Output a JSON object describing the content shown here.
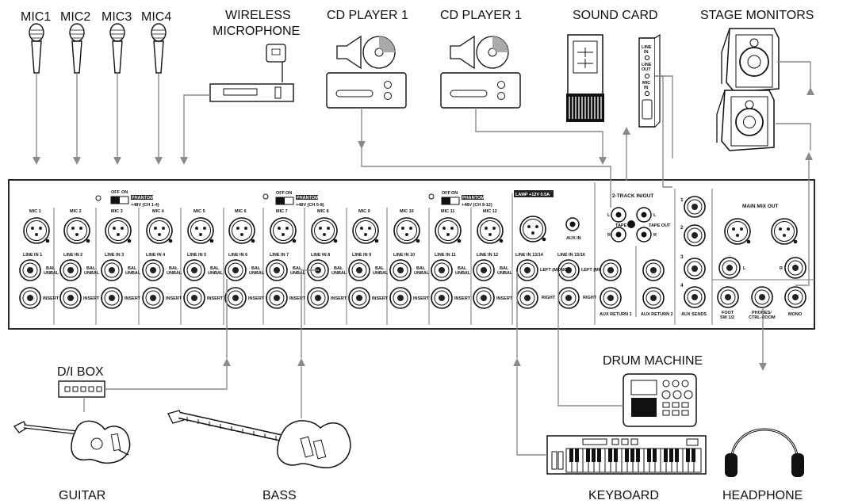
{
  "devices": {
    "mic1": "MIC1",
    "mic2": "MIC2",
    "mic3": "MIC3",
    "mic4": "MIC4",
    "wireless_line1": "WIRELESS",
    "wireless_line2": "MICROPHONE",
    "cd_player_a": "CD PLAYER 1",
    "cd_player_b": "CD PLAYER 1",
    "sound_card": "SOUND CARD",
    "stage_monitors": "STAGE MONITORS",
    "di_box": "D/I BOX",
    "guitar": "GUITAR",
    "bass": "BASS",
    "drum_machine": "DRUM MACHINE",
    "keyboard": "KEYBOARD",
    "headphone": "HEADPHONE"
  },
  "sound_card_ports": {
    "line_in_1": "LINE",
    "line_in_2": "IN",
    "line_out_1": "LINE",
    "line_out_2": "OUT",
    "mic_in_1": "MIC",
    "mic_in_2": "IN"
  },
  "mixer": {
    "channels": [
      {
        "mic": "MIC 1",
        "line": "LINE IN 1"
      },
      {
        "mic": "MIC 2",
        "line": "LINE IN 2"
      },
      {
        "mic": "MIC 3",
        "line": "LINE IN 3"
      },
      {
        "mic": "MIC 4",
        "line": "LINE IN 4"
      },
      {
        "mic": "MIC 5",
        "line": "LINE IN 5"
      },
      {
        "mic": "MIC 6",
        "line": "LINE IN 6"
      },
      {
        "mic": "MIC 7",
        "line": "LINE IN 7"
      },
      {
        "mic": "MIC 8",
        "line": "LINE IN 8"
      },
      {
        "mic": "MIC 9",
        "line": "LINE IN 9"
      },
      {
        "mic": "MIC 10",
        "line": "LINE IN 10"
      },
      {
        "mic": "MIC 11",
        "line": "LINE IN 11"
      },
      {
        "mic": "MIC 12",
        "line": "LINE IN 12"
      }
    ],
    "insert": "INSERT",
    "bal_1": "BAL",
    "bal_2": "UNBAL",
    "phantom_off": "OFF",
    "phantom_on": "ON",
    "phantom_label": "PHANTOM",
    "phantom_groups": [
      "+48V (CH 1-4)",
      "+48V (CH 5-8)",
      "+48V (CH 9-12)"
    ],
    "lamp": "LAMP +12V 0.5A",
    "aux_in": "AUX IN",
    "stereo_ins": [
      "LINE IN 13/14",
      "LINE IN 15/16"
    ],
    "left_mono": "LEFT (MONO)",
    "right": "RIGHT",
    "two_track": "2-TRACK IN/OUT",
    "tape_in": "TAPE IN",
    "tape_out": "TAPE OUT",
    "l": "L",
    "r": "R",
    "aux_return_1": "AUX RETURN 1",
    "aux_return_2": "AUX RETURN 2",
    "aux_sends": "AUX SENDS",
    "aux_numbers": [
      "1",
      "2",
      "3",
      "4"
    ],
    "main_mix_out": "MAIN MIX OUT",
    "foot_sw_1": "FOOT",
    "foot_sw_2": "SW 1/2",
    "phones_1": "PHONES/",
    "phones_2": "CTRL-ROOM",
    "mono": "MONO"
  }
}
